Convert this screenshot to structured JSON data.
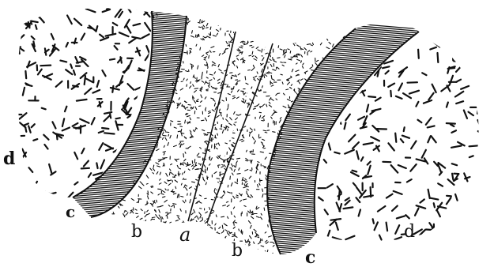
{
  "figure": {
    "background": "#ffffff",
    "ink": "#111111"
  },
  "labels": {
    "d_left": "d",
    "c_left": "c",
    "b_left": "b",
    "a": "a",
    "b_center": "b",
    "c_right": "c",
    "d_right": "d"
  }
}
